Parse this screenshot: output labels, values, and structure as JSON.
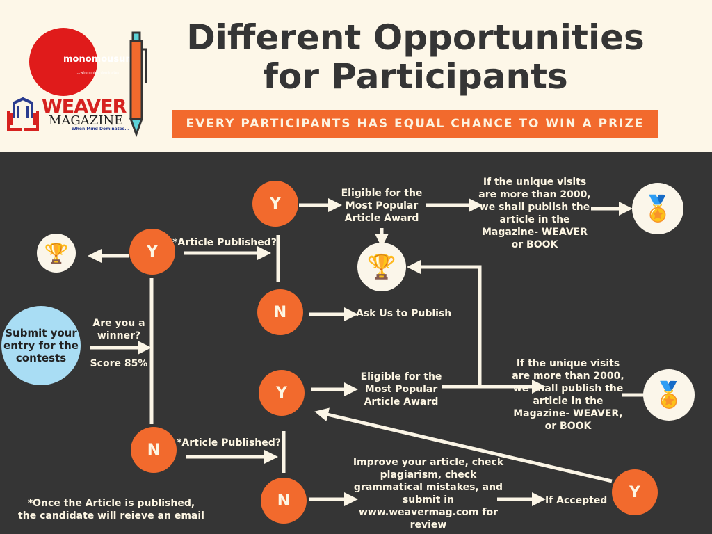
{
  "header": {
    "title": "Different Opportunities for Participants",
    "banner": "EVERY PARTICIPANTS HAS EQUAL CHANCE TO WIN A PRIZE",
    "logo_monomousumi": {
      "name": "monomousumi",
      "tagline": "....when mind dominates"
    },
    "logo_weaver": {
      "name": "WEAVER",
      "sub": "MAGAZINE",
      "tagline": "When Mind Dominates..."
    }
  },
  "colors": {
    "orange": "#f26a2d",
    "dark": "#353535",
    "cream": "#fdf7e8",
    "blue": "#a9ddf4"
  },
  "nodes": {
    "y1": "Y",
    "y2": "Y",
    "n1": "N",
    "y3": "Y",
    "n2": "N",
    "n3": "N",
    "y4": "Y",
    "start": "Submit your entry for the contests"
  },
  "labels": {
    "eligible1": "Eligible for the Most Popular Article Award",
    "visits1": "If the unique visits are more than 2000, we shall publish the article in the Magazine- WEAVER  or BOOK",
    "published1": "*Article Published?",
    "ask": "Ask Us to Publish",
    "winner": "Are you a winner?",
    "score": "Score 85%",
    "eligible2": "Eligible for the Most Popular Article Award",
    "visits2": "If the unique visits are more than 2000, we shall publish the article in the Magazine- WEAVER, or BOOK",
    "published2": "*Article Published?",
    "improve": "Improve your article, check plagiarism, check grammatical mistakes, and submit in www.weavermag.com for review",
    "accepted": "If Accepted",
    "note": "*Once the Article is published, the candidate will reieve an email"
  }
}
